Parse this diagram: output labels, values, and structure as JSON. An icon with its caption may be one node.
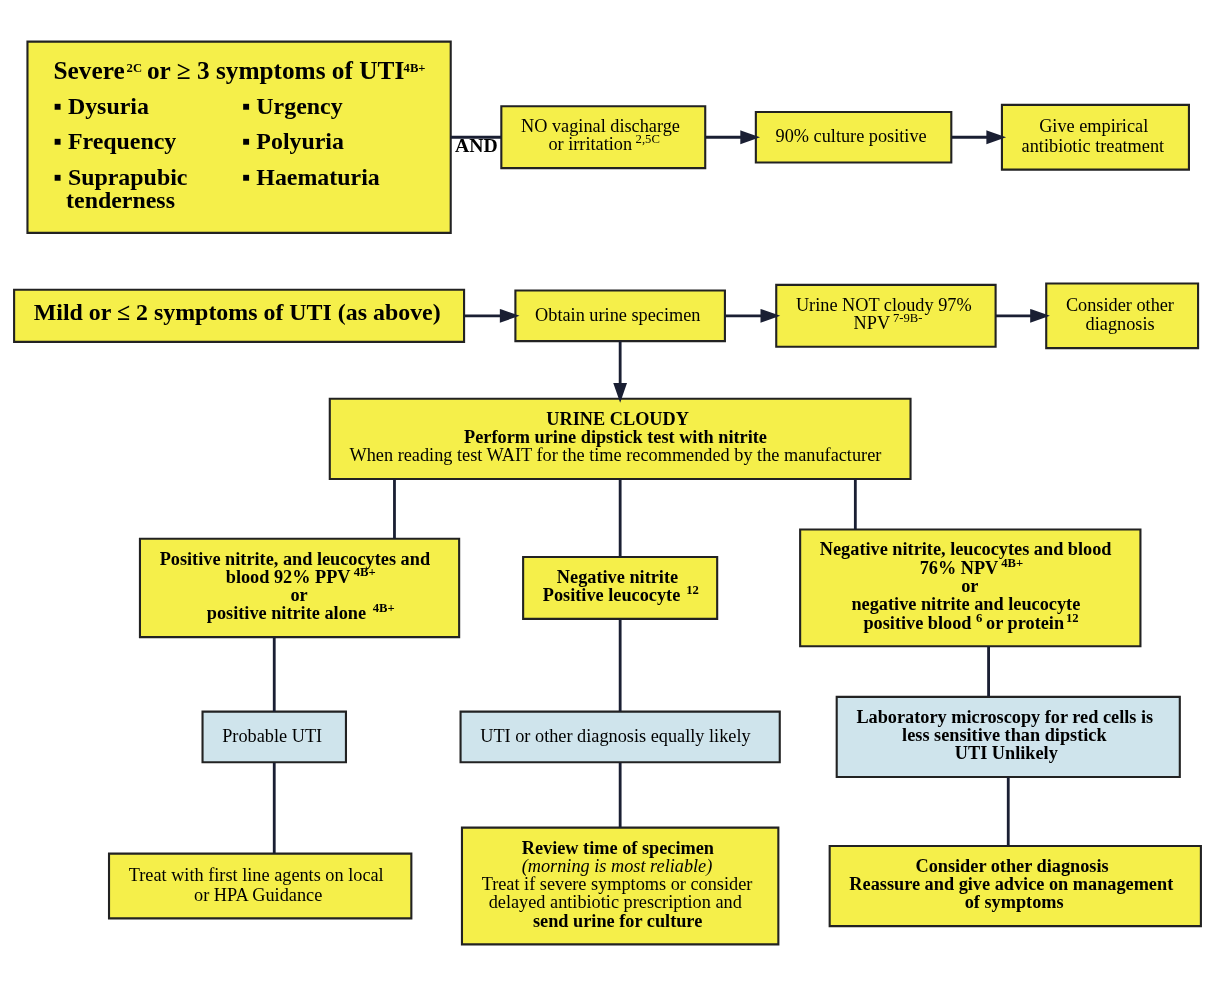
{
  "diagram": {
    "nodes": [
      {
        "text": [
          "Severe$^{2C}$ or ≥ 3 symptoms of UTI$^{4B+}$",
          "▪ Dysuria",
          "▪ Frequency",
          "▪ Suprapubic tenderness",
          "▪ Urgency",
          "▪ Polyuria",
          "▪ Haematuria"
        ]
      },
      {
        "text": [
          "NO vaginal discharge or irritation$^{2,5C}$"
        ]
      },
      {
        "text": [
          "90% culture positive"
        ]
      },
      {
        "text": [
          "Give empirical antibiotic treatment"
        ]
      },
      {
        "text": [
          "Mild or ≤ 2 symptoms of UTI (as above)"
        ]
      },
      {
        "text": [
          "Obtain urine specimen"
        ]
      },
      {
        "text": [
          "Urine NOT cloudy 97% NPV$^{7-9B-}$"
        ]
      },
      {
        "text": [
          "Consider other diagnosis"
        ]
      },
      {
        "text": [
          "URINE CLOUDY",
          "Perform urine dipstick test with nitrite",
          "When reading test WAIT for the time recommended by the manufacturer"
        ]
      },
      {
        "text": [
          "Positive nitrite, and leucocytes and blood 92% PPV$^{4B+}$",
          "or",
          "positive nitrite alone$^{4B+}$"
        ]
      },
      {
        "text": [
          "Negative nitrite",
          "Positive leucocyte$^{12}$"
        ]
      },
      {
        "text": [
          "Negative nitrite, leucocytes and blood 76% NPV$^{4B+}$",
          "or",
          "negative nitrite and leucocyte positive blood$^{6}$ or protein$^{12}$"
        ]
      },
      {
        "text": [
          "Probable UTI"
        ]
      },
      {
        "text": [
          "UTI or other diagnosis equally likely"
        ]
      },
      {
        "text": [
          "Laboratory microscopy for red cells is less sensitive than dipstick",
          "UTI Unlikely"
        ]
      },
      {
        "text": [
          "Treat with first line agents on local or HPA Guidance"
        ]
      },
      {
        "text": [
          "Review time of specimen",
          "(morning is most reliable)",
          "Treat if severe symptoms or consider delayed antibiotic prescription and **send urine for culture**"
        ]
      },
      {
        "text": [
          "Consider other diagnosis",
          "Reassure and give advice on management of symptoms"
        ]
      }
    ],
    "edges": [
      {
        "from": 0,
        "to": 1,
        "arrow": "none",
        "label": "AND"
      },
      {
        "from": 1,
        "to": 2,
        "arrow": "to"
      },
      {
        "from": 2,
        "to": 3,
        "arrow": "to"
      },
      {
        "from": 4,
        "to": 5,
        "arrow": "to"
      },
      {
        "from": 5,
        "to": 6,
        "arrow": "to"
      },
      {
        "from": 6,
        "to": 7,
        "arrow": "to"
      },
      {
        "from": 5,
        "to": 8,
        "arrow": "to"
      },
      {
        "from": 8,
        "to": 9,
        "arrow": "none"
      },
      {
        "from": 8,
        "to": 10,
        "arrow": "none"
      },
      {
        "from": 8,
        "to": 11,
        "arrow": "none"
      },
      {
        "from": 9,
        "to": 12,
        "arrow": "none"
      },
      {
        "from": 10,
        "to": 13,
        "arrow": "none"
      },
      {
        "from": 11,
        "to": 14,
        "arrow": "none"
      },
      {
        "from": 12,
        "to": 15,
        "arrow": "none"
      },
      {
        "from": 13,
        "to": 16,
        "arrow": "none"
      },
      {
        "from": 14,
        "to": 17,
        "arrow": "none"
      }
    ]
  }
}
